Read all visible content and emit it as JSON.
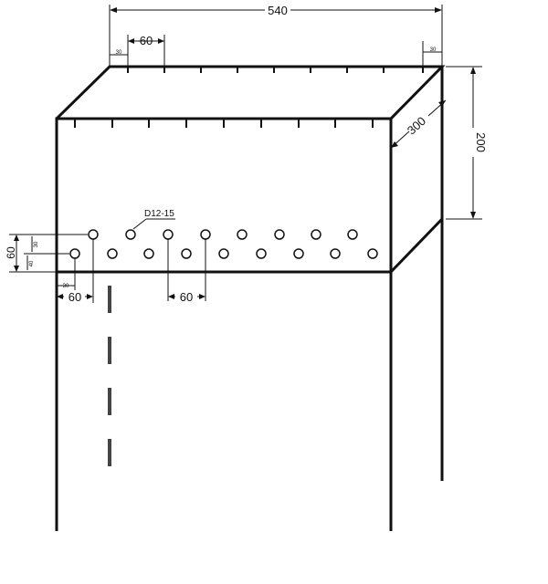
{
  "dimensions": {
    "overall_width": "540",
    "hole_pitch_top": "60",
    "top_offset_left": "30",
    "top_offset_right": "30",
    "depth": "300",
    "height": "200",
    "side_vertical_60": "60",
    "side_vertical_30": "30",
    "side_vertical_40": "40",
    "bottom_offset_30": "30",
    "bottom_left_60": "60",
    "hole_pitch_bottom": "60"
  },
  "hole_label": "D12-15"
}
